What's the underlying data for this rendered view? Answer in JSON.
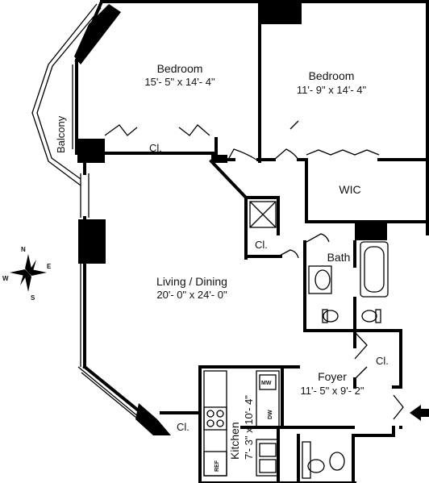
{
  "rooms": {
    "bedroom1": {
      "name": "Bedroom",
      "dims": "15'- 5\" x 14'- 4\""
    },
    "bedroom2": {
      "name": "Bedroom",
      "dims": "11'- 9\" x 14'- 4\""
    },
    "living": {
      "name": "Living / Dining",
      "dims": "20'- 0\" x 24'- 0\""
    },
    "foyer": {
      "name": "Foyer",
      "dims": "11'- 5\" x 9'- 2\""
    },
    "kitchen": {
      "name": "Kitchen",
      "dims": "7'- 3\" x 10'- 4\""
    },
    "balcony": {
      "name": "Balcony"
    },
    "wic": {
      "name": "WIC"
    },
    "bath": {
      "name": "Bath"
    }
  },
  "closets": {
    "label": "Cl."
  },
  "appliances": {
    "microwave": "MW",
    "dishwasher": "DW",
    "refrigerator": "REF"
  },
  "compass": {
    "n": "N",
    "s": "S",
    "e": "E",
    "w": "W"
  },
  "entry_arrow": "entry-arrow"
}
